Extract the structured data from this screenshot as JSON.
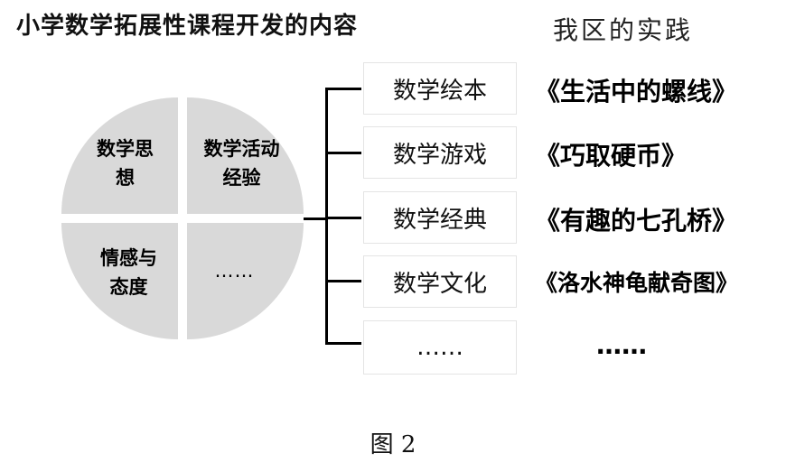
{
  "header": {
    "title": "小学数学拓展性课程开发的内容",
    "subtitle": "我区的实践"
  },
  "pie": {
    "quadrants": [
      "数学思想",
      "数学活动经验",
      "情感与态度",
      "……"
    ]
  },
  "topics": [
    "数学绘本",
    "数学游戏",
    "数学经典",
    "数学文化",
    "……"
  ],
  "examples": [
    "《生活中的螺线》",
    "《巧取硬币》",
    "《有趣的七孔桥》",
    "《洛水神龟献奇图》",
    "……"
  ],
  "caption": "图 2",
  "colors": {
    "pie_fill": "#d9d9d9",
    "line": "#000000",
    "box_border": "#e4e4e4"
  }
}
